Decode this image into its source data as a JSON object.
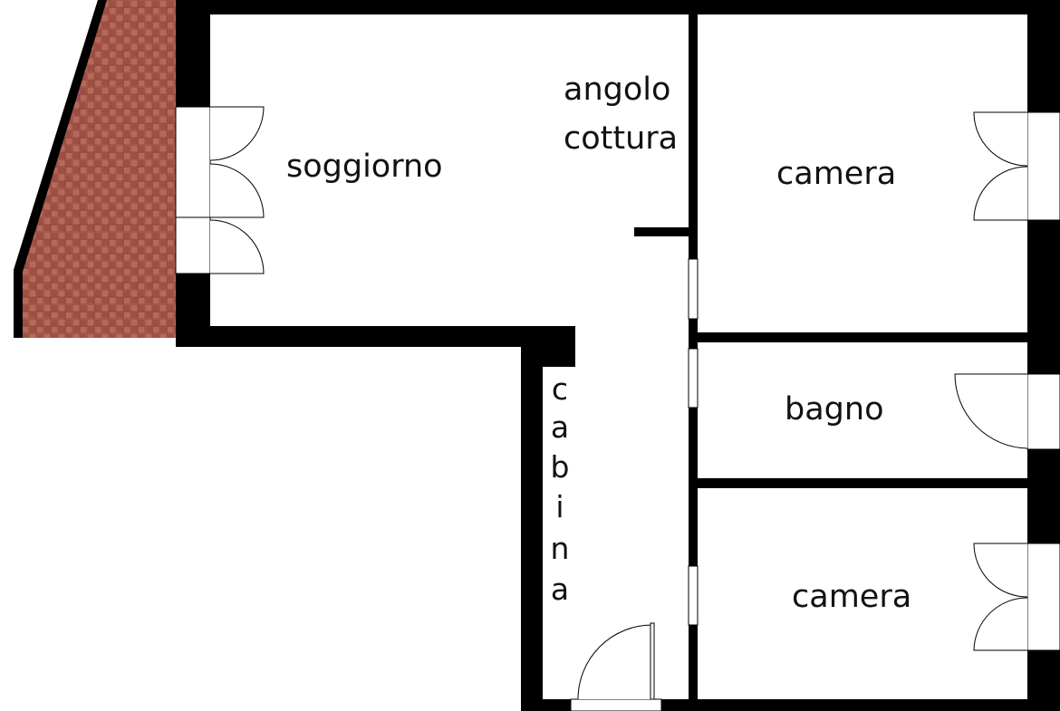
{
  "rooms": {
    "soggiorno": "soggiorno",
    "angolo_cottura": [
      "angolo",
      "cottura"
    ],
    "camera_top": "camera",
    "bagno": "bagno",
    "camera_bottom": "camera",
    "cabina": [
      "c",
      "a",
      "b",
      "i",
      "n",
      "a"
    ]
  },
  "colors": {
    "wall": "#000000",
    "floor": "#ffffff",
    "terrace": "#a5574a",
    "terrace_tile": "#b8685a",
    "terrace_grout": "#8e463b",
    "text": "#111111"
  }
}
